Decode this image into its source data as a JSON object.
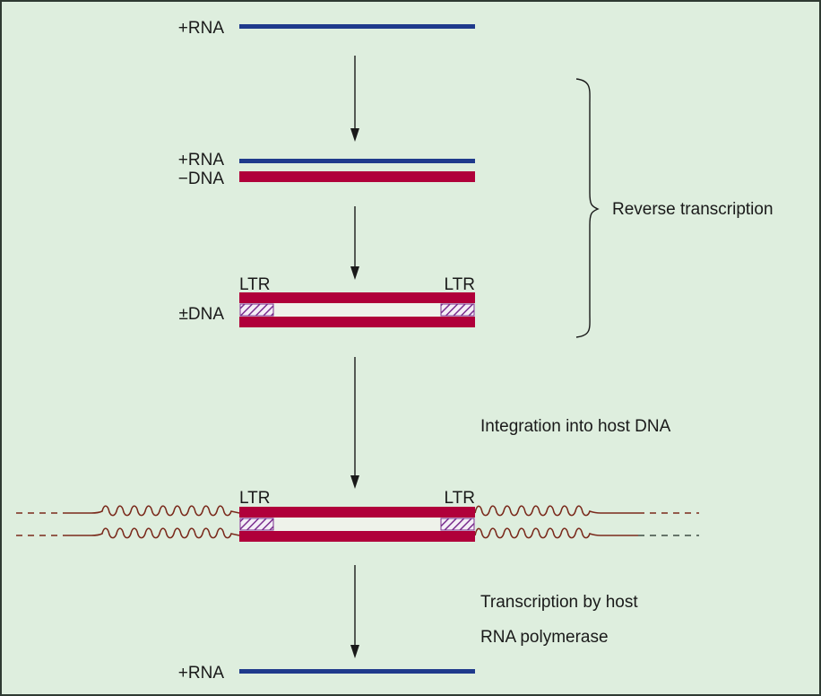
{
  "title": "Retrovirus replication: reverse transcription, integration, and transcription",
  "colors": {
    "background": "#deeede",
    "rna": "#1f3a8c",
    "dna": "#b0003a",
    "ltr_hatch": "#7a2e8e",
    "host_dna": "#7a2a1c",
    "text": "#1a1a1a"
  },
  "steps": [
    {
      "id": "step1",
      "strands": [
        {
          "label": "+RNA",
          "type": "rna"
        }
      ]
    },
    {
      "id": "step2",
      "strands": [
        {
          "label": "+RNA",
          "type": "rna"
        },
        {
          "label": "−DNA",
          "type": "dna"
        }
      ]
    },
    {
      "id": "step3",
      "strand_label": "±DNA",
      "ltr_left": "LTR",
      "ltr_right": "LTR"
    },
    {
      "id": "step4",
      "ltr_left": "LTR",
      "ltr_right": "LTR",
      "flank": "host DNA"
    },
    {
      "id": "step5",
      "strands": [
        {
          "label": "+RNA",
          "type": "rna"
        }
      ]
    }
  ],
  "annotations": {
    "reverse_transcription": "Reverse transcription",
    "integration": "Integration into host DNA",
    "transcription_line1": "Transcription by host",
    "transcription_line2": "RNA polymerase"
  }
}
